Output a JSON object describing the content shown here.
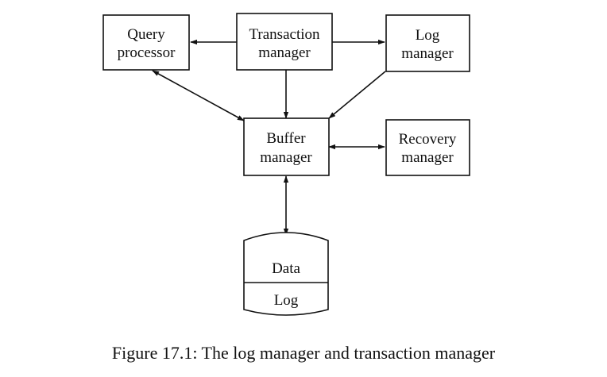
{
  "diagram": {
    "nodes": {
      "query_processor": {
        "line1": "Query",
        "line2": "processor"
      },
      "transaction_manager": {
        "line1": "Transaction",
        "line2": "manager"
      },
      "log_manager": {
        "line1": "Log",
        "line2": "manager"
      },
      "buffer_manager": {
        "line1": "Buffer",
        "line2": "manager"
      },
      "recovery_manager": {
        "line1": "Recovery",
        "line2": "manager"
      },
      "storage": {
        "data_label": "Data",
        "log_label": "Log"
      }
    },
    "edges": [
      {
        "from": "Transaction manager",
        "to": "Query processor",
        "direction": "one-way"
      },
      {
        "from": "Transaction manager",
        "to": "Log manager",
        "direction": "one-way"
      },
      {
        "from": "Transaction manager",
        "to": "Buffer manager",
        "direction": "one-way"
      },
      {
        "from": "Log manager",
        "to": "Buffer manager",
        "direction": "one-way"
      },
      {
        "from": "Query processor",
        "to": "Buffer manager",
        "direction": "two-way"
      },
      {
        "from": "Buffer manager",
        "to": "Recovery manager",
        "direction": "two-way"
      },
      {
        "from": "Buffer manager",
        "to": "Data/Log storage",
        "direction": "two-way"
      }
    ]
  },
  "caption": "Figure 17.1: The log manager and transaction manager"
}
